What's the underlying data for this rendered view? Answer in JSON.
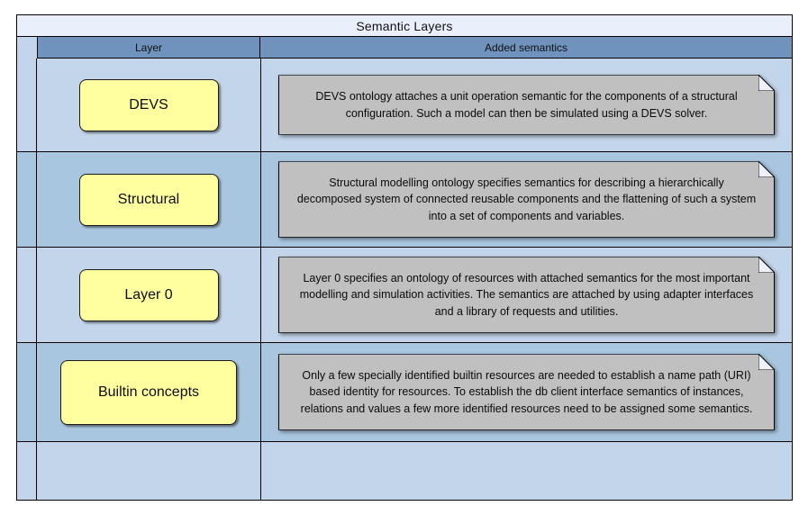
{
  "diagram": {
    "title": "Semantic Layers",
    "columns": {
      "layer": "Layer",
      "added_semantics": "Added semantics"
    },
    "colors": {
      "title_background": "#eaf0fb",
      "header_background": "#6f93bd",
      "row_shade_light": "#c3d5ea",
      "row_shade_dark": "#a8c6e0",
      "layer_box_fill": "#ffffa0",
      "note_fill": "#c0c0c0",
      "border": "#000000"
    },
    "rows": [
      {
        "layer": "DEVS",
        "note": "DEVS ontology attaches a unit operation semantic for the components of a structural configuration. Such a model can then be simulated using a DEVS solver."
      },
      {
        "layer": "Structural",
        "note": "Structural modelling ontology specifies semantics for describing a hierarchically decomposed system of connected reusable components and the flattening of such a system into a set of components and variables."
      },
      {
        "layer": "Layer 0",
        "note": "Layer 0 specifies an ontology of resources with attached semantics for the most important modelling and simulation activities. The semantics are attached by using adapter interfaces and a library of requests and utilities."
      },
      {
        "layer": "Builtin concepts",
        "note": "Only a few specially identified builtin resources are needed to establish a name path (URI) based identity for resources. To establish the db client interface semantics of instances, relations and values a few more identified resources need to be assigned some semantics."
      },
      {
        "layer": "",
        "note": ""
      }
    ]
  }
}
